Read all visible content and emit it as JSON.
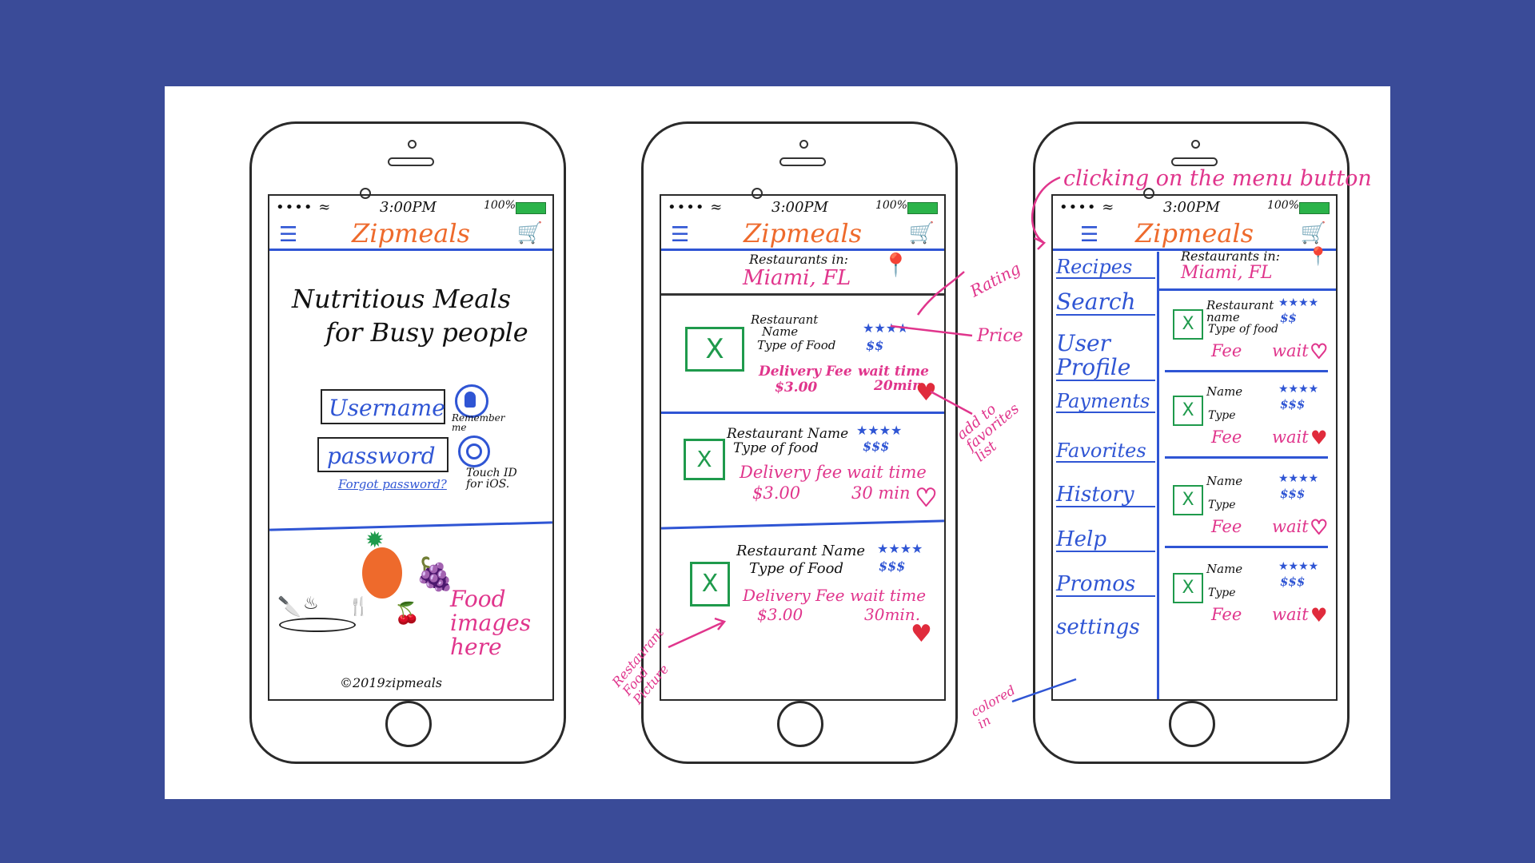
{
  "status": {
    "signal": "•••• ≈",
    "time": "3:00PM",
    "battery": "100%"
  },
  "app": {
    "name": "Zipmeals"
  },
  "icons": {
    "menu": "hamburger-icon",
    "cart": "cart-icon",
    "location": "location-pin-icon",
    "heart": "heart-icon"
  },
  "colors": {
    "background": "#3a4b98",
    "accent_blue": "#2f55d4",
    "logo_orange": "#ee6a2c",
    "annotation_pink": "#e0358c",
    "image_green": "#1f9a4c"
  },
  "login": {
    "tagline_line1": "Nutritious Meals",
    "tagline_line2": "for Busy people",
    "username_placeholder": "Username",
    "password_placeholder": "password",
    "remember_me": "Remember me",
    "touch_id_line1": "Touch ID",
    "touch_id_line2": "for iOS.",
    "forgot_password": "Forgot password?",
    "food_images_note": "Food images here",
    "footer": "©2019zipmeals"
  },
  "list": {
    "header_label": "Restaurants in:",
    "location": "Miami, FL",
    "items": [
      {
        "name_line1": "Restaurant",
        "name_line2": "Name",
        "type": "Type of Food",
        "rating": "★★★★",
        "price": "$$",
        "fee_label": "Delivery Fee",
        "fee": "$3.00",
        "wait_label": "wait time",
        "wait": "20min."
      },
      {
        "name": "Restaurant Name",
        "type": "Type of food",
        "rating": "★★★★",
        "price": "$$$",
        "fee_label": "Delivery fee",
        "fee": "$3.00",
        "wait_label": "wait time",
        "wait": "30 min"
      },
      {
        "name": "Restaurant Name",
        "type": "Type of Food",
        "rating": "★★★★",
        "price": "$$$",
        "fee_label": "Delivery Fee",
        "fee": "$3.00",
        "wait_label": "wait time",
        "wait": "30min."
      }
    ],
    "annotations": {
      "rating": "Rating",
      "price": "Price",
      "favorites": "add to favorites list",
      "picture": "Restaurant Food Picture"
    }
  },
  "menu": {
    "annotation_top": "clicking on the menu button",
    "annotation_bottom": "colored in",
    "items": [
      "Recipes",
      "Search",
      "User Profile",
      "Payments",
      "Favorites",
      "History",
      "Help",
      "Promos",
      "settings"
    ],
    "header_label": "Restaurants in:",
    "location": "Miami, FL",
    "rows": [
      {
        "name": "Restaurant name",
        "type": "Type of food",
        "rating": "★★★★",
        "price": "$$",
        "fee": "Fee",
        "wait": "wait"
      },
      {
        "name": "Name",
        "type": "Type",
        "rating": "★★★★",
        "price": "$$$",
        "fee": "Fee",
        "wait": "wait"
      },
      {
        "name": "Name",
        "type": "Type",
        "rating": "★★★★",
        "price": "$$$",
        "fee": "Fee",
        "wait": "wait"
      },
      {
        "name": "Name",
        "type": "Type",
        "rating": "★★★★",
        "price": "$$$",
        "fee": "Fee",
        "wait": "wait"
      }
    ]
  }
}
